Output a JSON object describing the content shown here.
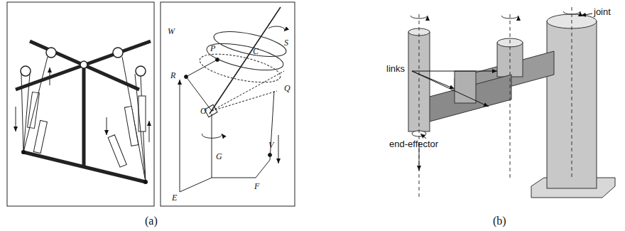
{
  "diagram": {
    "labels": [
      "W",
      "S",
      "P",
      "C",
      "R",
      "Q",
      "O",
      "V",
      "G",
      "F",
      "E",
      "links",
      "end-effector",
      "joint",
      "(a)",
      "(b)"
    ]
  }
}
